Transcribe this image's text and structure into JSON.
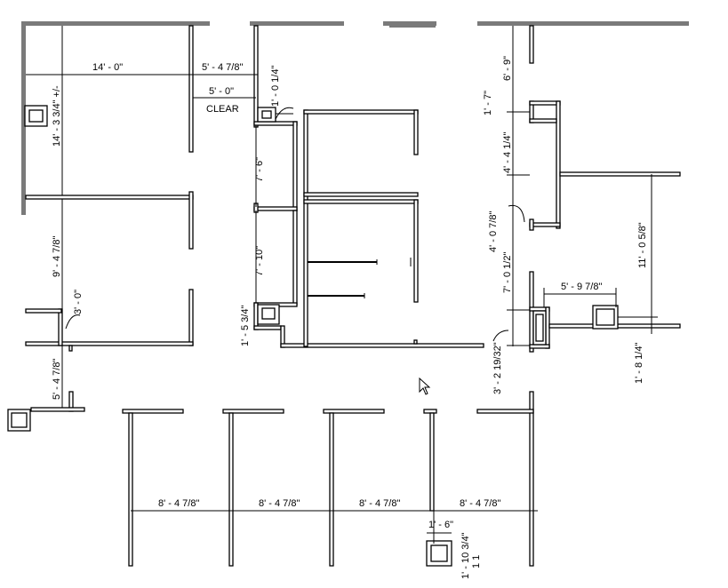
{
  "dimensions": {
    "top_width": "14' - 0\"",
    "corridor_width": "5' - 4 7/8\"",
    "clear_width": "5' - 0\"",
    "clear_label": "CLEAR",
    "left_height": "14' - 3 3/4\" +/-",
    "small_a": "1' - 0 1/4\"",
    "mid_height": "7' - 6\"",
    "mid_height_2": "7' - 10\"",
    "small_b": "1' - 5 3/4\"",
    "left_room_height": "9' - 4 7/8\"",
    "nib": "3' - 0\"",
    "lower_left": "5' - 4 7/8\"",
    "right_top": "6' - 9\"",
    "right_small": "1' - 7\"",
    "right_mid": "4' - 4 1/4\"",
    "right_mid_2": "4' - 0 7/8\"",
    "right_lower": "7' - 0 1/2\"",
    "right_bottom": "3' - 2 19/32\"",
    "right_room": "11' - 0 5/8\"",
    "right_horizontal": "5' - 9 7/8\"",
    "right_small_2": "1' - 8 1/4\"",
    "bay_1": "8' - 4 7/8\"",
    "bay_2": "8' - 4 7/8\"",
    "bay_3": "8' - 4 7/8\"",
    "bay_4": "8' - 4 7/8\"",
    "bottom_small": "1' - 6\"",
    "bottom_small_2": "1' - 10 3/4\"",
    "bottom_ticks": "1  1"
  },
  "colors": {
    "wall": "#000000",
    "existing_wall": "#7a7a7a",
    "background": "#ffffff"
  },
  "icons": {
    "cursor": "cursor-arrow-icon",
    "fixture": "plumbing-fixture-icon"
  }
}
